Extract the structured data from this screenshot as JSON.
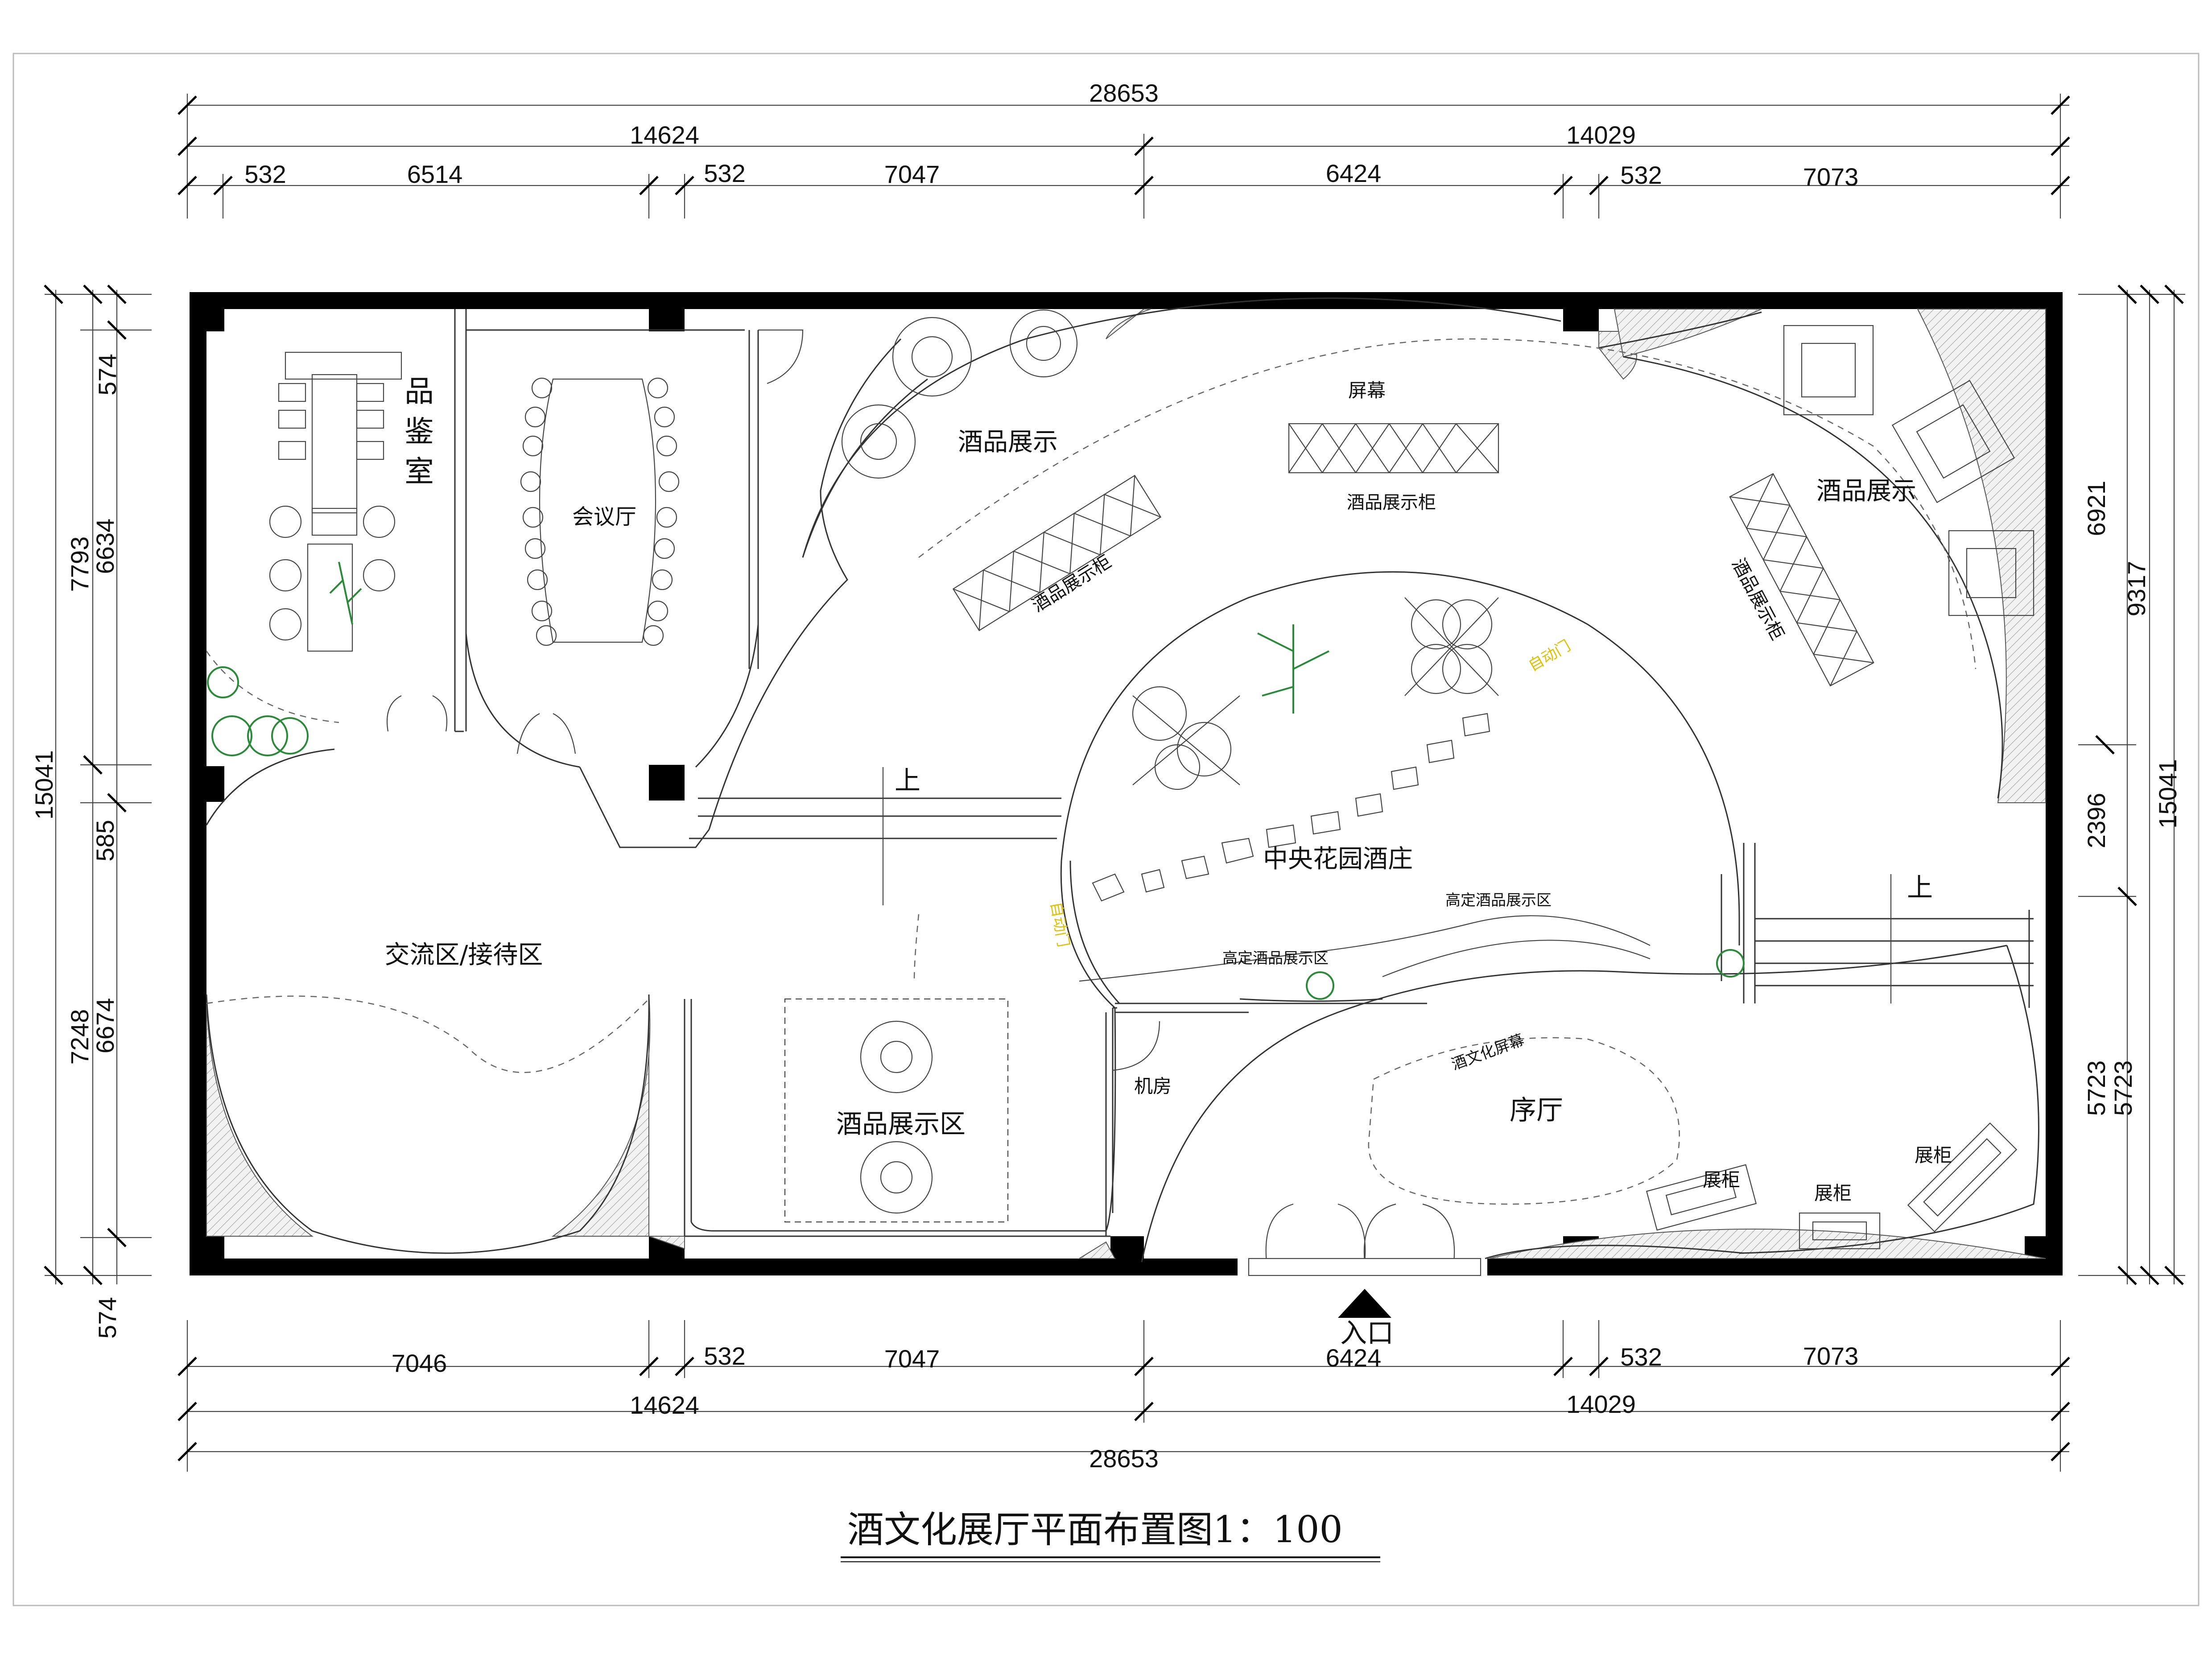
{
  "dimensions": {
    "top": {
      "total": "28653",
      "left_half": "14624",
      "right_half": "14029",
      "segments": [
        "532",
        "6514",
        "532",
        "7047",
        "6424",
        "532",
        "7073"
      ]
    },
    "bottom": {
      "total": "28653",
      "left_half": "14624",
      "right_half": "14029",
      "segments": [
        "7046",
        "532",
        "7047",
        "6424",
        "532",
        "7073"
      ]
    },
    "left": {
      "total": "15041",
      "outer": [
        "574",
        "7793",
        "7248",
        "574"
      ],
      "inner": [
        "6634",
        "585",
        "6674"
      ]
    },
    "right": {
      "total": "15041",
      "outer": [
        "6921",
        "9317"
      ],
      "inner": [
        "2396",
        "5723",
        "5723"
      ]
    }
  },
  "rooms": {
    "tasting_room": [
      "品",
      "鉴",
      "室"
    ],
    "meeting_room": "会议厅",
    "wine_display_top": "酒品展示",
    "screen": "屏幕",
    "wine_cabinet_top": "酒品展示柜",
    "wine_cabinet_diag": "酒品展示柜",
    "wine_display_right": "酒品展示",
    "wine_cabinet_right": "酒品展示柜",
    "up_left": "上",
    "up_right": "上",
    "central_garden": "中央花园酒庄",
    "auto_door_top": "自动门",
    "auto_door_left": "自动门",
    "premium_zone_1": "高定酒品展示区",
    "premium_zone_2": "高定酒品展示区",
    "reception": "交流区/接待区",
    "wine_display_zone": "酒品展示区",
    "machine_room": "机房",
    "culture_screen": "酒文化屏幕",
    "lobby": "序厅",
    "cabinet_1": "展柜",
    "cabinet_2": "展柜",
    "cabinet_3": "展柜",
    "entrance": "入口"
  },
  "title": "酒文化展厅平面布置图1：100"
}
